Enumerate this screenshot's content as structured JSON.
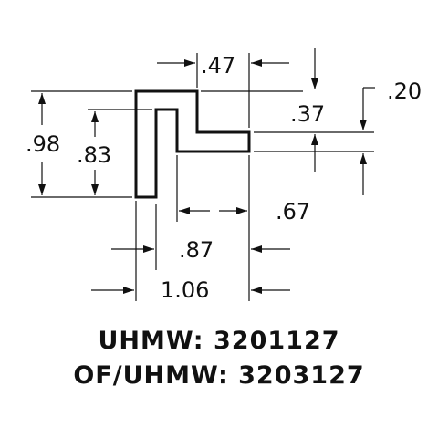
{
  "dimensions": {
    "top_width": ".47",
    "right_height": ".20",
    "step_height": ".37",
    "outer_height": ".98",
    "inner_height": ".83",
    "leg_length": ".67",
    "inner_width": ".87",
    "overall_width": "1.06"
  },
  "part_numbers": [
    {
      "material": "UHMW",
      "number": "3201127",
      "text": "UHMW: 3201127"
    },
    {
      "material": "OF/UHMW",
      "number": "3203127",
      "text": "OF/UHMW: 3203127"
    }
  ],
  "colors": {
    "line": "#111111",
    "background": "#ffffff"
  }
}
